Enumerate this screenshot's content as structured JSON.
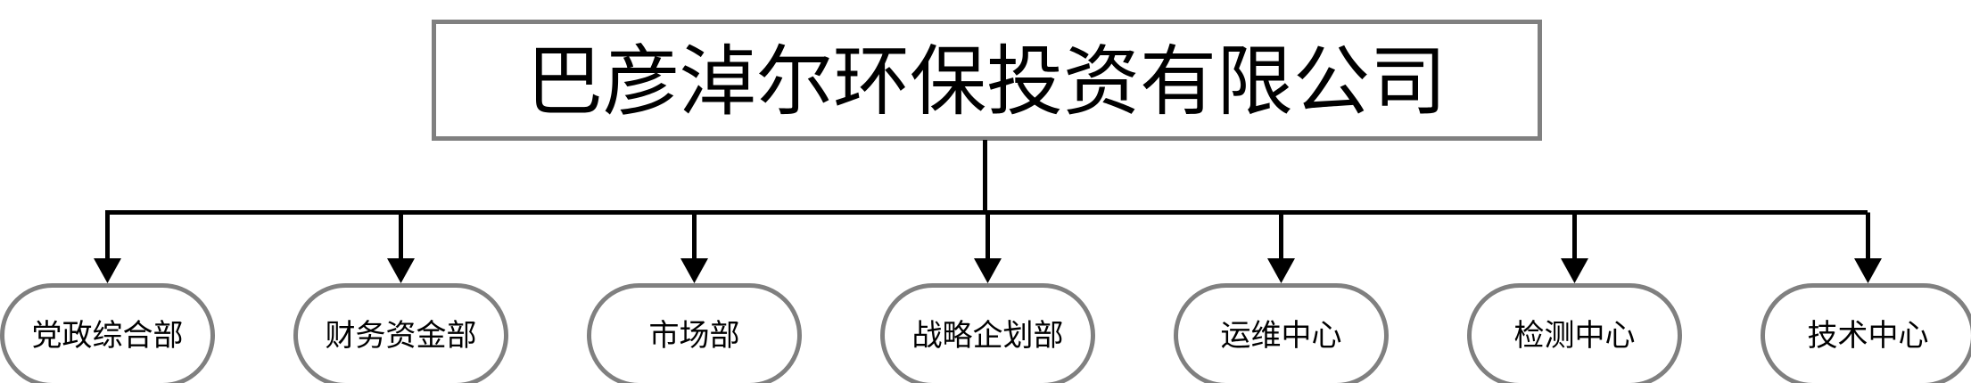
{
  "diagram": {
    "type": "organization-chart",
    "orientation": "top-down",
    "root": {
      "label": "巴彦淖尔环保投资有限公司",
      "shape": "rectangle",
      "border_color": "#808080",
      "fill_color": "#ffffff",
      "text_color": "#000000"
    },
    "connector": {
      "color": "#000000",
      "style": "orthogonal-elbow",
      "arrow": "filled-triangle"
    },
    "children": [
      {
        "label": "党政综合部",
        "shape": "rounded-rectangle"
      },
      {
        "label": "财务资金部",
        "shape": "rounded-rectangle"
      },
      {
        "label": "市场部",
        "shape": "rounded-rectangle"
      },
      {
        "label": "战略企划部",
        "shape": "rounded-rectangle"
      },
      {
        "label": "运维中心",
        "shape": "rounded-rectangle"
      },
      {
        "label": "检测中心",
        "shape": "rounded-rectangle"
      },
      {
        "label": "技术中心",
        "shape": "rounded-rectangle"
      }
    ],
    "child_style": {
      "border_color": "#808080",
      "fill_color": "#ffffff",
      "text_color": "#000000"
    },
    "background_color": "#ffffff"
  }
}
